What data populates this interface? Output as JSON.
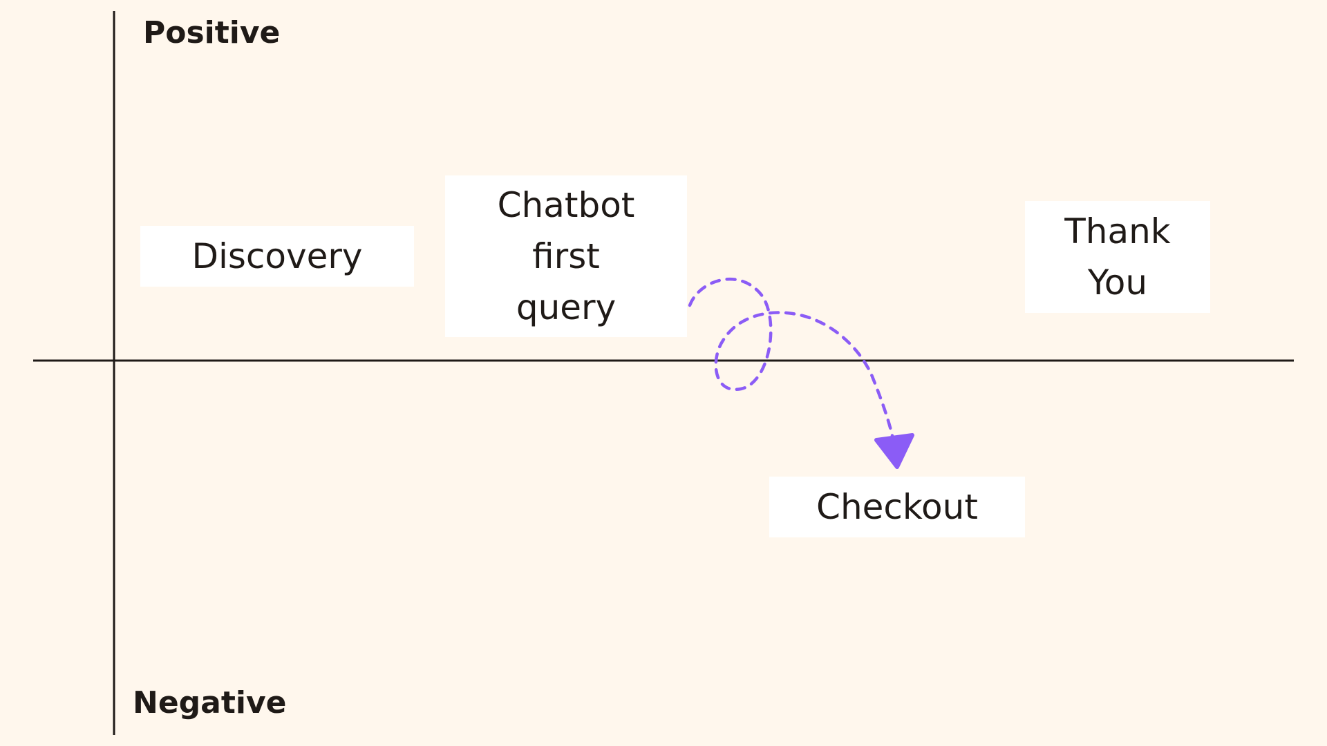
{
  "axes": {
    "positive_label": "Positive",
    "negative_label": "Negative"
  },
  "stages": {
    "discovery": {
      "lines": [
        "Discovery"
      ]
    },
    "chatbot": {
      "lines": [
        "Chatbot",
        "first",
        "query"
      ]
    },
    "thank_you": {
      "lines": [
        "Thank",
        "You"
      ]
    },
    "checkout": {
      "lines": [
        "Checkout"
      ]
    }
  },
  "colors": {
    "background": "#fff7ed",
    "axis": "#1f1a17",
    "box_fill": "#ffffff",
    "flow_arrow": "#8b5cf6"
  }
}
